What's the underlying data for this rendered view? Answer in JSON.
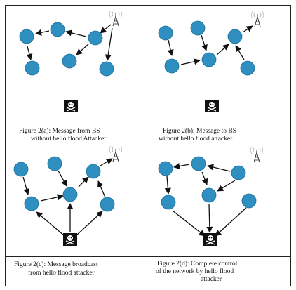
{
  "colors": {
    "node": "#2f8fc0",
    "node_stroke": "#1c6f98",
    "attacker_bg": "#111111",
    "attacker_symbol": "#ffffff",
    "tower": "#333333",
    "edge": "#111111",
    "frame": "#222222"
  },
  "icons": {
    "node": "sensor-node-icon",
    "base_station": "antenna-tower-icon",
    "attacker": "skull-crossbones-icon"
  },
  "panels": [
    {
      "id": "a",
      "caption_lines": [
        "Figure 2(a): Message from BS",
        "without hello flood Attacker"
      ],
      "attacker_active": false
    },
    {
      "id": "b",
      "caption_lines": [
        "Figure 2(b): Message to BS",
        "without hello flood attacker"
      ],
      "attacker_active": false
    },
    {
      "id": "c",
      "caption_lines": [
        "Figure 2(c): Message broadcast",
        "from hello flood attacker"
      ],
      "attacker_active": true
    },
    {
      "id": "d",
      "caption_lines": [
        "Figure 2(d): Complete control",
        "of the network by hello flood",
        "attacker"
      ],
      "attacker_active": true
    }
  ]
}
